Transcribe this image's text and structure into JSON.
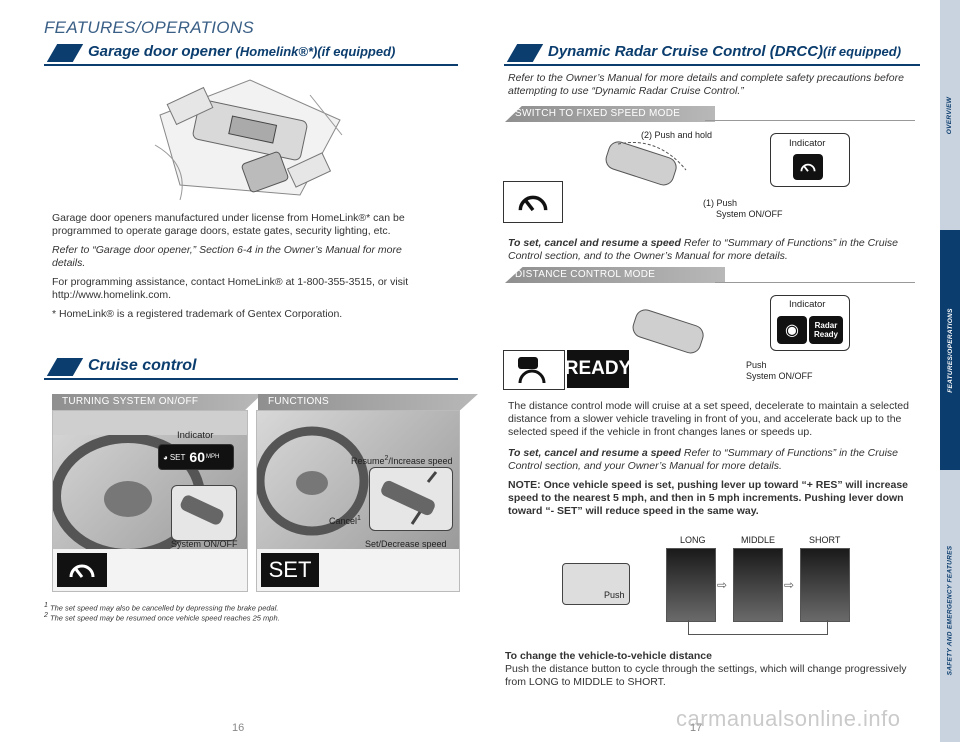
{
  "header": {
    "chapter": "FEATURES/OPERATIONS"
  },
  "garage": {
    "title": "Garage door opener",
    "subtitle": "(Homelink®*)(if equipped)",
    "p1": "Garage door openers manufactured under license from HomeLink®* can be programmed to operate garage doors, estate gates, security lighting, etc.",
    "p2": "Refer to “Garage door opener,” Section 6-4 in the Owner’s Manual for more details.",
    "p3": "For programming assistance, contact HomeLink® at 1-800-355-3515, or visit http://www.homelink.com.",
    "p4": "* HomeLink® is a registered trademark of Gentex Corporation."
  },
  "cruise": {
    "title": "Cruise control",
    "tab_left": "TURNING SYSTEM ON/OFF",
    "tab_right": "FUNCTIONS",
    "indicator": "Indicator",
    "set_small": "SET",
    "speed": "60",
    "speed_unit": "MPH",
    "system_onoff": "System ON/OFF",
    "resume": "Resume",
    "resume_sup": "2",
    "resume_rest": "/Increase speed",
    "cancel": "Cancel",
    "cancel_sup": "1",
    "set_decrease": "Set/Decrease speed",
    "set_big": "SET",
    "footnote1_num": "1",
    "footnote1": "The set speed may also be cancelled by depressing the brake pedal.",
    "footnote2_num": "2",
    "footnote2": "The set speed may be resumed once vehicle speed reaches 25 mph."
  },
  "drcc": {
    "title": "Dynamic Radar Cruise Control (DRCC)",
    "subtitle": "(if equipped)",
    "intro": "Refer to the Owner’s Manual for more details and complete safety precautions before attempting to use “Dynamic Radar Cruise Control.”",
    "tab_fixed": "SWITCH TO FIXED SPEED MODE",
    "push_hold": "(2) Push and hold",
    "indicator": "Indicator",
    "push1": "(1) Push",
    "push1_sub": "System ON/OFF",
    "fixed_bold": "To set, cancel and resume a speed",
    "fixed_rest": " Refer to “Summary of Functions” in the Cruise Control section, and to the Owner’s Manual for more details.",
    "tab_distance": "DISTANCE CONTROL MODE",
    "indicator2": "Indicator",
    "radar_ready_1": "Radar",
    "radar_ready_2": "Ready",
    "push2": "Push",
    "push2_sub": "System ON/OFF",
    "ready": "READY",
    "dist_p1": "The distance control mode will cruise at a set speed, decelerate to maintain a selected distance from a slower vehicle traveling in front of you, and accelerate back up to the selected speed if the vehicle in front changes lanes or speeds up.",
    "dist_bold": "To set, cancel and resume a speed",
    "dist_rest": " Refer to “Summary of Functions” in the Cruise Control section, and your Owner’s Manual for more details.",
    "note": "NOTE: Once vehicle speed is set, pushing lever up toward “+ RES” will increase speed to the nearest 5 mph, and then in 5 mph increments. Pushing lever down toward “- SET” will reduce speed in the same way.",
    "long": "LONG",
    "middle": "MIDDLE",
    "short": "SHORT",
    "push3": "Push",
    "change_title": "To change the vehicle-to-vehicle distance",
    "change_text": "Push the distance button to cycle through the settings, which will change progressively from LONG to MIDDLE to SHORT."
  },
  "sidebar": {
    "overview": "OVERVIEW",
    "features": "FEATURES/OPERATIONS",
    "safety": "SAFETY AND EMERGENCY FEATURES"
  },
  "pages": {
    "left": "16",
    "right": "17"
  },
  "watermark": "carmanualsonline.info"
}
